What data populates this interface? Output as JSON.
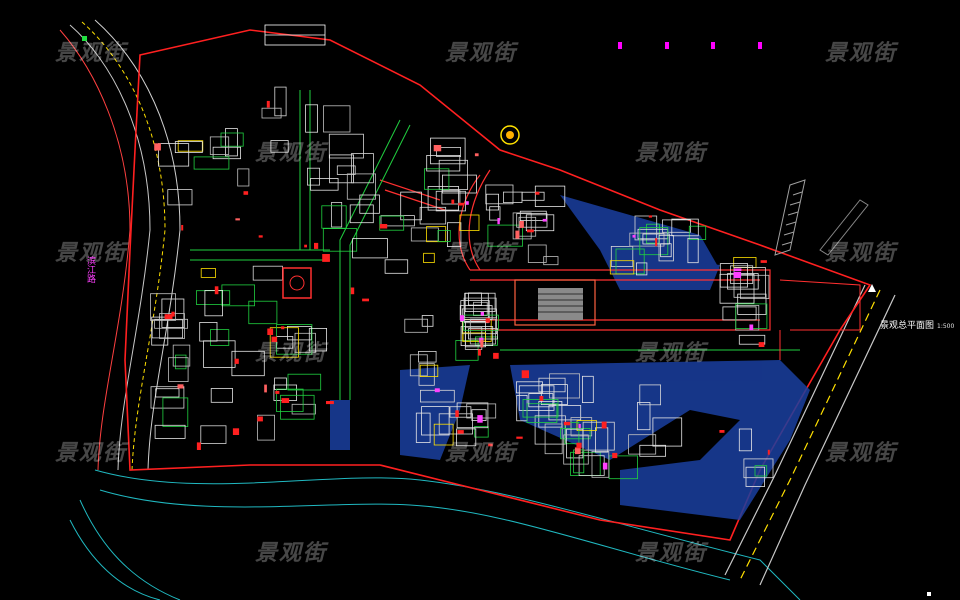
{
  "watermark": {
    "text": "景观街",
    "color": "#ffffff"
  },
  "plan": {
    "title": "景观总平面图",
    "scale": "1:500",
    "side_label": "滨江路"
  },
  "colors": {
    "background": "#000000",
    "boundary": "#ff2020",
    "building": "#e6e6e6",
    "plaza_blue": "#1a3fa0",
    "road": "#ffffff",
    "green": "#20d040",
    "yellow": "#ffe000",
    "magenta": "#ff00ff",
    "cyan": "#00d8e0",
    "river": "#20c0c8"
  },
  "legend_markers": [
    "magenta",
    "magenta",
    "magenta",
    "magenta"
  ]
}
